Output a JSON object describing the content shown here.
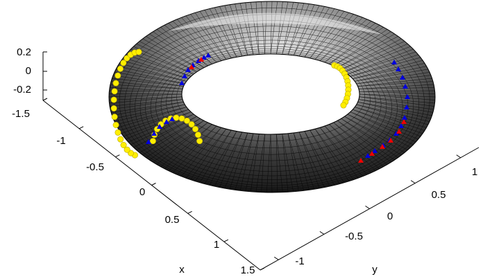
{
  "axes": {
    "z": {
      "label": "",
      "tick_labels": [
        "0.2",
        "0",
        "-0.2"
      ]
    },
    "x": {
      "label": "x",
      "tick_labels": [
        "-1.5",
        "-1",
        "-0.5",
        "0",
        "0.5",
        "1",
        "1.5"
      ]
    },
    "y": {
      "label": "y",
      "tick_labels": [
        "-1",
        "-0.5",
        "0",
        "0.5",
        "1"
      ]
    }
  },
  "colors": {
    "surface_dark": "#202020",
    "surface_mid": "#6e6e6e",
    "surface_light": "#e8e8e8",
    "mesh_line": "#000000",
    "marker_yellow": "#ffee00",
    "marker_blue": "#0000dd",
    "marker_red": "#ee0000",
    "axis": "#000000"
  },
  "surface": {
    "shape": "torus",
    "mesh": "triangulated"
  },
  "markers": {
    "yellow": "semicircle ticks on cut seams",
    "blue": "triangle markers",
    "red": "triangle markers"
  }
}
